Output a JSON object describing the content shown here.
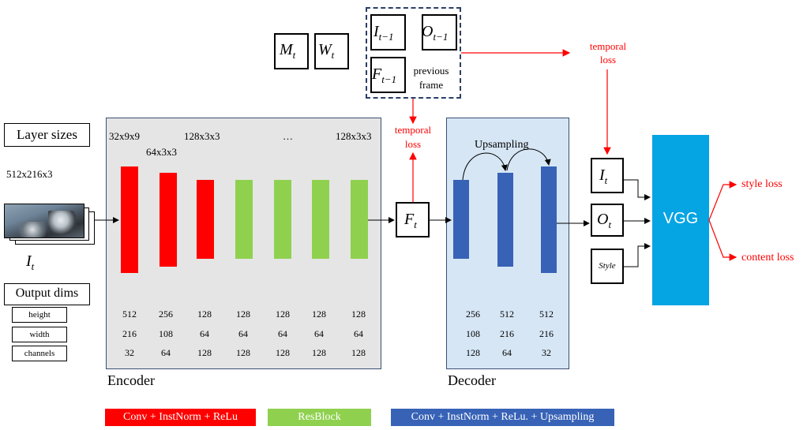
{
  "labels": {
    "layer_sizes": "Layer sizes",
    "input_size": "512x216x3",
    "output_dims": "Output dims",
    "height": "height",
    "width": "width",
    "channels": "channels",
    "encoder": "Encoder",
    "decoder": "Decoder",
    "upsampling": "Upsampling",
    "previous_frame_line1": "previous",
    "previous_frame_line2": "frame",
    "temporal_loss_line1": "temporal",
    "temporal_loss_line2": "loss",
    "vgg": "VGG",
    "style_loss": "style loss",
    "content_loss": "content loss",
    "style_box": "Style",
    "ellipsis": "…"
  },
  "math": {
    "M": "M",
    "M_sub": "t",
    "W": "W",
    "W_sub": "t",
    "I_prev": "I",
    "I_prev_sub": "t−1",
    "O_prev": "O",
    "O_prev_sub": "t−1",
    "F_prev": "F",
    "F_prev_sub": "t−1",
    "F": "F",
    "F_sub": "t",
    "I_in": "I",
    "I_in_sub": "t",
    "I": "I",
    "I_sub": "t",
    "O": "O",
    "O_sub": "t"
  },
  "encoder_layer_labels": [
    "32x9x9",
    "64x3x3",
    "128x3x3",
    "…",
    "128x3x3"
  ],
  "encoder_dims": {
    "height": [
      "512",
      "256",
      "128",
      "128",
      "128",
      "128",
      "128"
    ],
    "width": [
      "216",
      "108",
      "64",
      "64",
      "64",
      "64",
      "64"
    ],
    "channels": [
      "32",
      "64",
      "128",
      "128",
      "128",
      "128",
      "128"
    ]
  },
  "decoder_dims": {
    "height": [
      "256",
      "512",
      "512"
    ],
    "width": [
      "108",
      "216",
      "216"
    ],
    "channels": [
      "128",
      "64",
      "32"
    ]
  },
  "legend": {
    "conv": "Conv + InstNorm + ReLu",
    "resblock": "ResBlock",
    "upsample": "Conv + InstNorm + ReLu. + Upsampling"
  },
  "colors": {
    "conv": "#ff0000",
    "resblock": "#8fd14f",
    "upsample": "#3762b6",
    "encoder_bg": "#e5e5e5",
    "decoder_bg": "#d6e6f5",
    "vgg": "#05a4e3",
    "loss_arrow": "#ff0000"
  }
}
